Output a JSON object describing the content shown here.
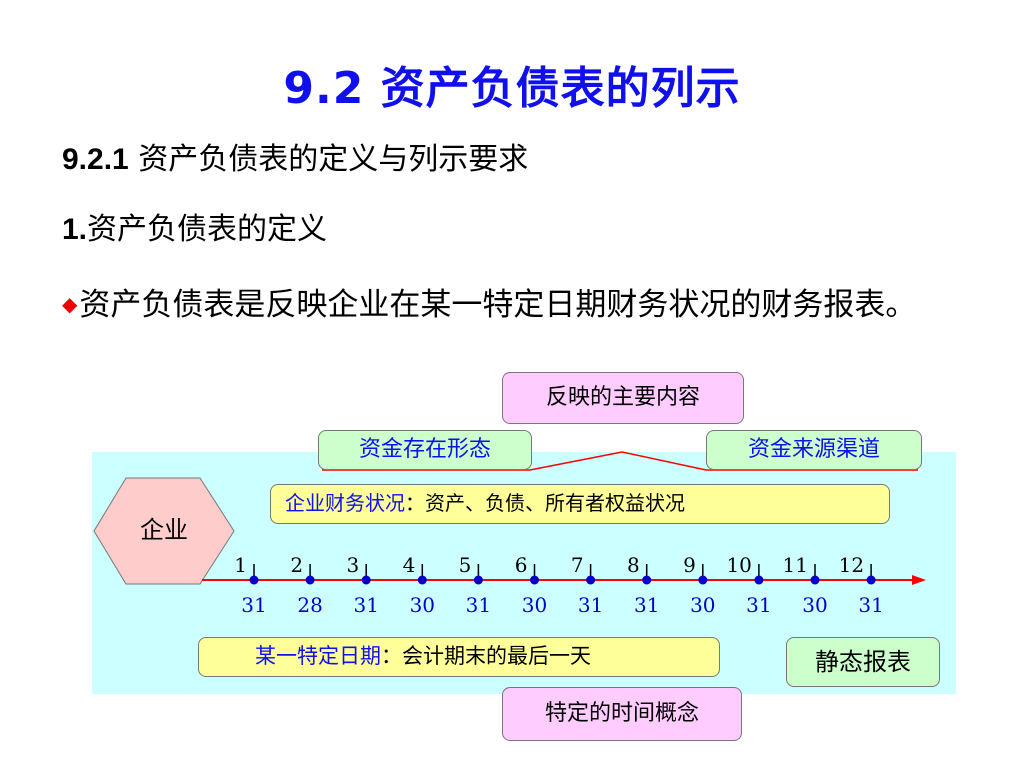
{
  "slide": {
    "title": "9.2  资产负债表的列示",
    "section_number": "9.2.1",
    "section_text": " 资产负债表的定义与列示要求",
    "def_number": "1.",
    "def_text": "资产负债表的定义",
    "bullet_symbol": "◆",
    "paragraph": "资产负债表是反映企业在某一特定日期财务状况的财务报表。"
  },
  "diagram": {
    "main_content_label": "反映的主要内容",
    "capital_form_label": "资金存在形态",
    "capital_source_label": "资金来源渠道",
    "enterprise_label": "企业",
    "status_term": "企业财务状况",
    "status_desc": "：资产、负债、所有者权益状况",
    "date_term": "某一特定日期",
    "date_desc": "：会计期末的最后一天",
    "static_label": "静态报表",
    "time_concept_label": "特定的时间概念",
    "months": [
      "1",
      "2",
      "3",
      "4",
      "5",
      "6",
      "7",
      "8",
      "9",
      "10",
      "11",
      "12"
    ],
    "days": [
      "31",
      "28",
      "31",
      "30",
      "31",
      "30",
      "31",
      "31",
      "30",
      "31",
      "30",
      "31"
    ]
  },
  "colors": {
    "title_blue": "#1010ee",
    "bullet_red": "#ee0000",
    "panel_cyan": "#ccffff",
    "hexagon_pink": "#ffcccc",
    "timeline_red": "#ff0000",
    "dot_blue": "#0000cc",
    "pink_box": "#ffccff",
    "green_box": "#ccffcc",
    "yellow_box": "#ffff99"
  }
}
